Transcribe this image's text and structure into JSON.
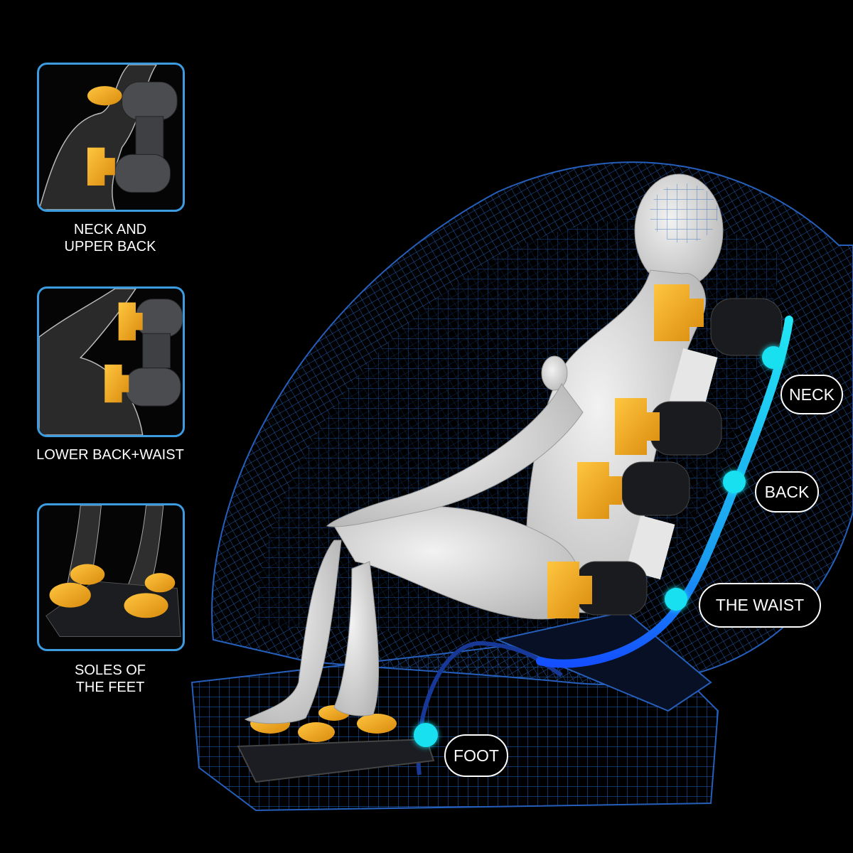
{
  "colors": {
    "background": "#000000",
    "panel_border": "#3d9be0",
    "roller_orange": "#f0a81c",
    "spine_cyan": "#19e0f0",
    "spine_blue": "#1466ff",
    "mesh_blue": "#1b4f9c",
    "body_white": "#d8d8d8"
  },
  "panels": [
    {
      "title_line1": "NECK AND",
      "title_line2": "UPPER BACK",
      "icon": "neck-upper-back-roller-image"
    },
    {
      "title_line1": "LOWER BACK+WAIST",
      "title_line2": "",
      "icon": "lower-back-waist-roller-image"
    },
    {
      "title_line1": "SOLES OF",
      "title_line2": "THE FEET",
      "icon": "foot-sole-roller-image"
    }
  ],
  "labels": {
    "neck": "NECK",
    "back": "BACK",
    "waist": "THE WAIST",
    "foot": "FOOT"
  }
}
